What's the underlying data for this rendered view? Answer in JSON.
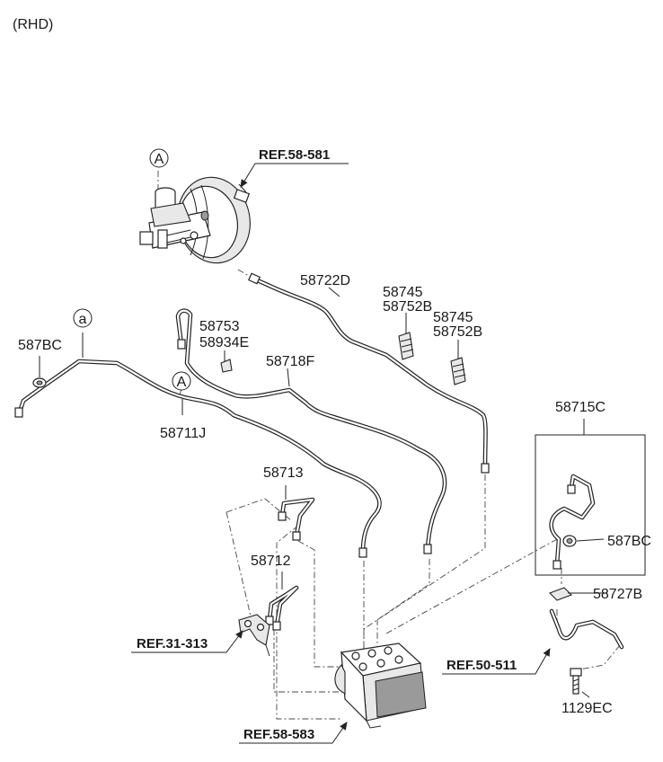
{
  "header": {
    "variant": "(RHD)"
  },
  "callouts": {
    "a_lower": "a",
    "A_upper": "A",
    "A_mid": "A"
  },
  "refs": {
    "r1": "REF.58-581",
    "r2": "REF.31-313",
    "r3": "REF.50-511",
    "r4": "REF.58-583"
  },
  "labels": {
    "p58722D": "58722D",
    "p58745_1": "58745",
    "p58752B_1": "58752B",
    "p58745_2": "58745",
    "p58752B_2": "58752B",
    "p58753": "58753",
    "p58934E": "58934E",
    "p58718F": "58718F",
    "p587BC_left": "587BC",
    "p58711J": "58711J",
    "p58713": "58713",
    "p58712": "58712",
    "p58715C": "58715C",
    "p587BC_right": "587BC",
    "p58727B": "58727B",
    "p1129EC": "1129EC"
  }
}
